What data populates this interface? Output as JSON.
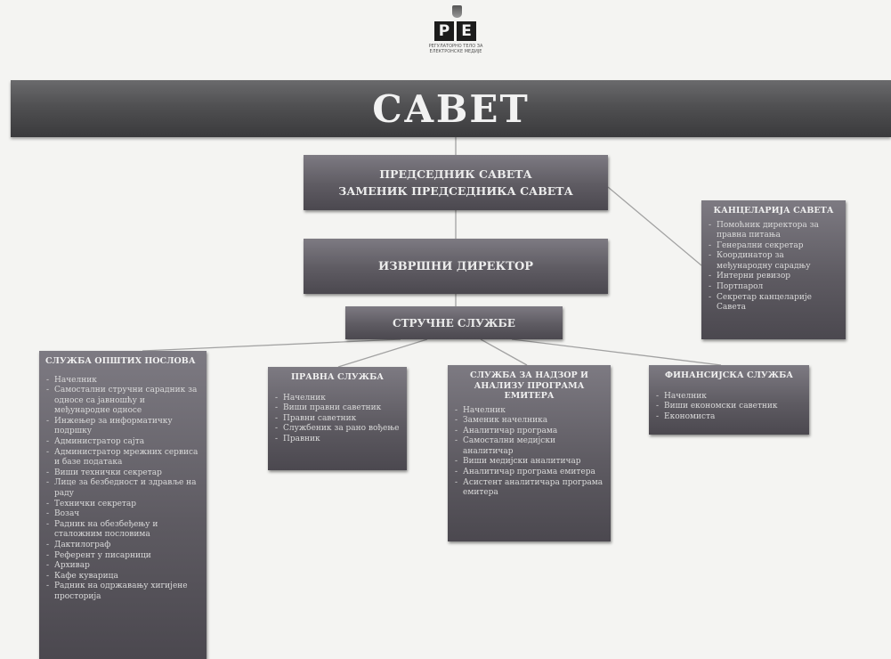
{
  "logo": {
    "mark": [
      "Р",
      "Е"
    ],
    "text": [
      "РЕГУЛАТОРНО ТЕЛО ЗА",
      "ЕЛЕКТРОНСКЕ МЕДИЈЕ"
    ]
  },
  "banner": {
    "title": "САВЕТ"
  },
  "president": {
    "line1": "ПРЕДСЕДНИК САВЕТА",
    "line2": "ЗАМЕНИК ПРЕДСЕДНИКА САВЕТА"
  },
  "director": {
    "title": "ИЗВРШНИ ДИРЕКТОР"
  },
  "services": {
    "title": "СТРУЧНЕ СЛУЖБЕ"
  },
  "office": {
    "title": "КАНЦЕЛАРИЈА САВЕТА",
    "items": [
      "Помоћник директора за правна питања",
      "Генерални секретар",
      "Координатор за међународну сарадњу",
      "Интерни ревизор",
      "Портпарол",
      "Секретар канцеларије Савета"
    ]
  },
  "general": {
    "title": "СЛУЖБА ОПШТИХ ПОСЛОВА",
    "items": [
      "Начелник",
      "Самостални стручни сарадник за односе са јавношћу и међународне односе",
      "Инжењер за информатичку подршку",
      "Администратор сајта",
      "Администратор мрежних сервиса и базе података",
      "Виши технички секретар",
      "Лице за безбедност и здравље на раду",
      "Технички секретар",
      "Возач",
      "Радник на обезбеђењу и сталожним пословима",
      "Дактилограф",
      "Референт у писарници",
      "Архивар",
      "Кафе куварица",
      "Радник на одржавању хигијене просторија"
    ]
  },
  "legal": {
    "title": "ПРАВНА СЛУЖБА",
    "items": [
      "Начелник",
      "Виши правни саветник",
      "Правни саветник",
      "Службеник за рано вођење",
      "Правник"
    ]
  },
  "supervision": {
    "title": "СЛУЖБА ЗА НАДЗОР И АНАЛИЗУ ПРОГРАМА ЕМИТЕРА",
    "items": [
      "Начелник",
      "Заменик начелника",
      "Аналитичар програма",
      "Самостални медијски аналитичар",
      "Виши медијски аналитичар",
      "Аналитичар програма емитера",
      "Асистент аналитичара програма емитера"
    ]
  },
  "finance": {
    "title": "ФИНАНСИЈСКА СЛУЖБА",
    "items": [
      "Начелник",
      "Виши економски саветник",
      "Економиста"
    ]
  }
}
